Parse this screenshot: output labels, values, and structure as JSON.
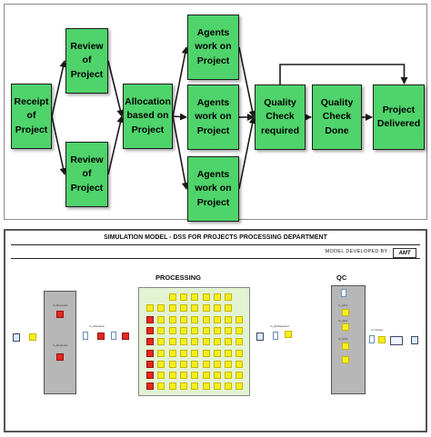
{
  "flowchart": {
    "nodes": [
      {
        "id": "receipt",
        "label": "Receipt\nof\nProject"
      },
      {
        "id": "review1",
        "label": "Review\nof\nProject"
      },
      {
        "id": "review2",
        "label": "Review\nof\nProject"
      },
      {
        "id": "allocation",
        "label": "Allocation\nbased on\nProject"
      },
      {
        "id": "agents1",
        "label": "Agents\nwork on\nProject"
      },
      {
        "id": "agents2",
        "label": "Agents\nwork on\nProject"
      },
      {
        "id": "agents3",
        "label": "Agents\nwork on\nProject"
      },
      {
        "id": "qc_required",
        "label": "Quality\nCheck\nrequired"
      },
      {
        "id": "qc_done",
        "label": "Quality\nCheck\nDone"
      },
      {
        "id": "delivered",
        "label": "Project\nDelivered"
      }
    ],
    "edges": [
      [
        "receipt",
        "review1"
      ],
      [
        "receipt",
        "review2"
      ],
      [
        "review1",
        "allocation"
      ],
      [
        "review2",
        "allocation"
      ],
      [
        "allocation",
        "agents1"
      ],
      [
        "allocation",
        "agents2"
      ],
      [
        "allocation",
        "agents3"
      ],
      [
        "agents1",
        "qc_required"
      ],
      [
        "agents2",
        "qc_required"
      ],
      [
        "agents3",
        "qc_required"
      ],
      [
        "qc_required",
        "qc_done"
      ],
      [
        "qc_done",
        "delivered"
      ],
      [
        "qc_required",
        "delivered"
      ]
    ],
    "colors": {
      "node_fill": "#4fd36b",
      "node_border": "#1d1d1d",
      "edge": "#1a1a1a"
    }
  },
  "simulation": {
    "title": "SIMULATION MODEL - DSS FOR PROJECTS PROCESSING DEPARTMENT",
    "developed_by": "MODEL DEVELOPED BY :",
    "logo_text": "AMT",
    "processing_label": "PROCESSING",
    "qc_label": "QC",
    "small_labels": [
      "In_Reviewer",
      "In_Reviewer",
      "In_Allocation",
      "In_QCRequired",
      "In_QC1",
      "In_QC2",
      "In_QC3",
      "In_Output"
    ],
    "colors": {
      "entity_yellow": "#f6ee1c",
      "entity_red": "#e4281e",
      "panel_gray": "#b7b7b7",
      "panel_green": "#e2f2d2"
    }
  }
}
